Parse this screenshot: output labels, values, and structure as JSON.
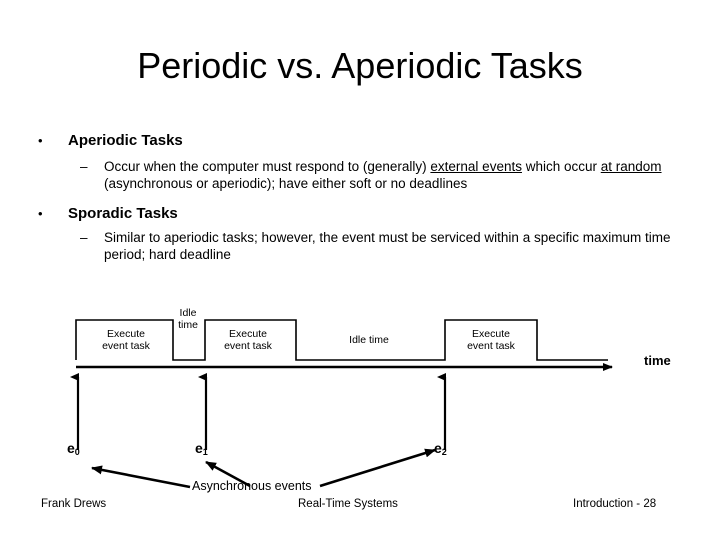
{
  "slide": {
    "title": "Periodic vs. Aperiodic Tasks",
    "bullet_marker": "•",
    "dash_marker": "–"
  },
  "bullets": [
    {
      "level1": "Aperiodic Tasks",
      "sub_prefix": "Occur when the computer must respond to (generally) ",
      "sub_underline1": "external events",
      "sub_mid": " which occur ",
      "sub_underline2": "at random",
      "sub_suffix": " (asynchronous or aperiodic); have either soft or no deadlines"
    },
    {
      "level1": "Sporadic Tasks",
      "sub_text": "Similar to aperiodic tasks; however, the event must be serviced within a specific maximum time period; hard deadline"
    }
  ],
  "diagram": {
    "time_axis_label": "time",
    "async_events_label": "Asynchronous events",
    "segments": [
      {
        "name": "execute-1",
        "label_line1": "Execute",
        "label_line2": "event task",
        "state": "high"
      },
      {
        "name": "idle-1",
        "label_line1": "Idle",
        "label_line2": "time",
        "state": "low"
      },
      {
        "name": "execute-2",
        "label_line1": "Execute",
        "label_line2": "event task",
        "state": "high"
      },
      {
        "name": "idle-2",
        "label_line1": "Idle time",
        "label_line2": "",
        "state": "low"
      },
      {
        "name": "execute-3",
        "label_line1": "Execute",
        "label_line2": "event task",
        "state": "high"
      }
    ],
    "events": [
      {
        "name": "e0",
        "base": "e",
        "sub": "0"
      },
      {
        "name": "e1",
        "base": "e",
        "sub": "1"
      },
      {
        "name": "e2",
        "base": "e",
        "sub": "2"
      }
    ]
  },
  "footer": {
    "left": "Frank Drews",
    "center": "Real-Time Systems",
    "right": "Introduction - 28"
  },
  "colors": {
    "background": "#ffffff",
    "foreground": "#000000"
  }
}
